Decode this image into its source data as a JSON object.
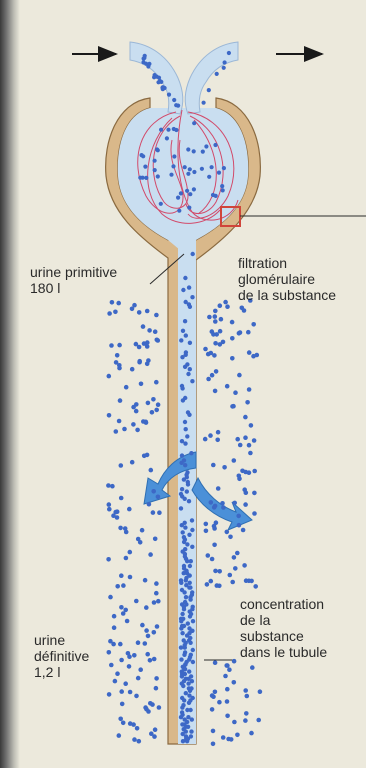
{
  "labels": {
    "urine_primitive": "urine primitive\n180 l",
    "filtration": "filtration\nglomérulaire\nde la substance",
    "concentration": "concentration\nde la\nsubstance\ndans le tubule",
    "urine_definitive": "urine\ndéfinitive\n1,2 l"
  },
  "colors": {
    "background": "#ece9dc",
    "tubule_wall": "#d9b88a",
    "tubule_wall_edge": "#8a6a40",
    "lumen": "#c9def0",
    "dots": "#3d68c6",
    "capillary_line": "#d24a6a",
    "highlight_box": "#d0453a",
    "reabsorption_arrow": "#4b90d8",
    "arrow_black": "#1a1a1a"
  }
}
